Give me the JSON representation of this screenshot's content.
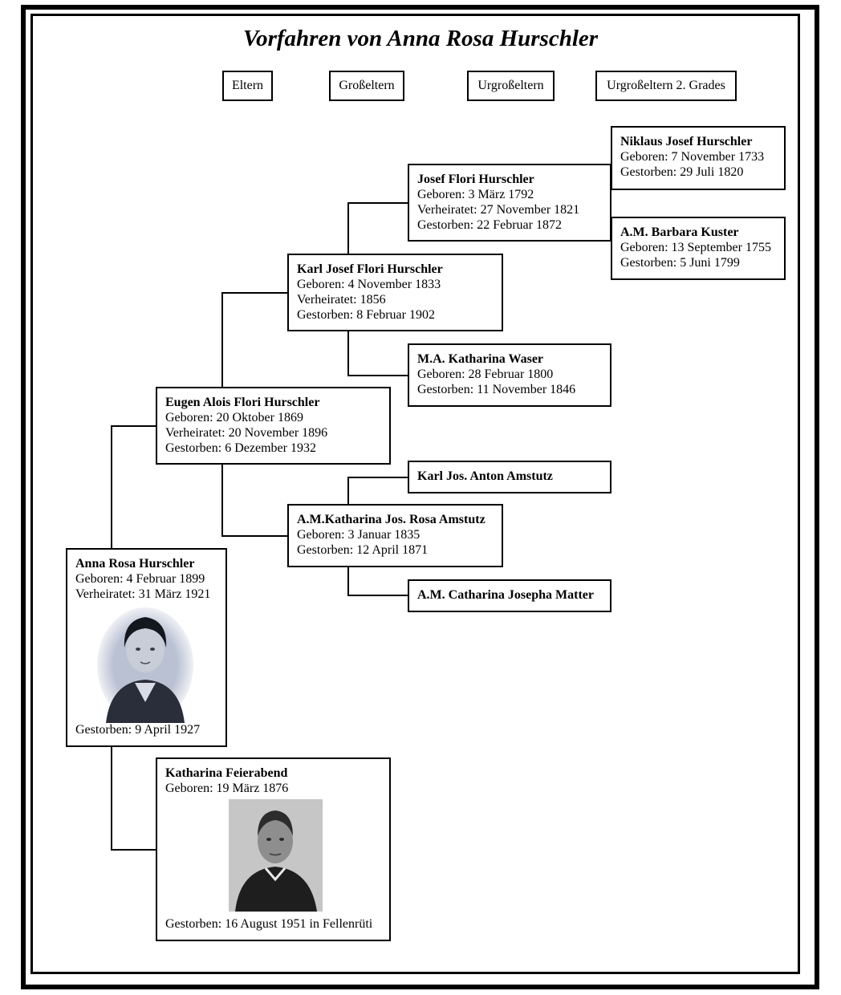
{
  "title": "Vorfahren von Anna Rosa Hurschler",
  "generations": [
    "Eltern",
    "Großeltern",
    "Urgroßeltern",
    "Urgroßeltern 2. Grades"
  ],
  "persons": {
    "anna_rosa": {
      "name": "Anna Rosa Hurschler",
      "born": "Geboren: 4 Februar 1899",
      "married": "Verheiratet: 31 März 1921",
      "died": "Gestorben: 9 April 1927"
    },
    "katharina_feierabend": {
      "name": "Katharina Feierabend",
      "born": "Geboren: 19 März 1876",
      "died": "Gestorben: 16 August 1951 in Fellenrüti"
    },
    "eugen": {
      "name": "Eugen Alois Flori Hurschler",
      "born": "Geboren: 20 Oktober 1869",
      "married": "Verheiratet: 20 November 1896",
      "died": "Gestorben: 6 Dezember 1932"
    },
    "karl_josef": {
      "name": "Karl Josef Flori Hurschler",
      "born": "Geboren: 4 November 1833",
      "married": "Verheiratet: 1856",
      "died": "Gestorben: 8 Februar 1902"
    },
    "am_katharina_amstutz": {
      "name": "A.M.Katharina Jos. Rosa Amstutz",
      "born": "Geboren: 3 Januar 1835",
      "died": "Gestorben: 12 April 1871"
    },
    "josef_flori": {
      "name": "Josef Flori Hurschler",
      "born": "Geboren: 3 März 1792",
      "married": "Verheiratet: 27 November 1821",
      "died": "Gestorben: 22 Februar 1872"
    },
    "ma_katharina_waser": {
      "name": "M.A. Katharina Waser",
      "born": "Geboren: 28 Februar 1800",
      "died": "Gestorben: 11 November 1846"
    },
    "karl_jos_anton": {
      "name": "Karl Jos. Anton Amstutz"
    },
    "am_catharina_matter": {
      "name": "A.M. Catharina Josepha Matter"
    },
    "niklaus_josef": {
      "name": "Niklaus Josef Hurschler",
      "born": "Geboren: 7 November 1733",
      "died": "Gestorben: 29 Juli 1820"
    },
    "am_barbara_kuster": {
      "name": "A.M. Barbara Kuster",
      "born": "Geboren: 13 September 1755",
      "died": "Gestorben: 5 Juni 1799"
    }
  }
}
